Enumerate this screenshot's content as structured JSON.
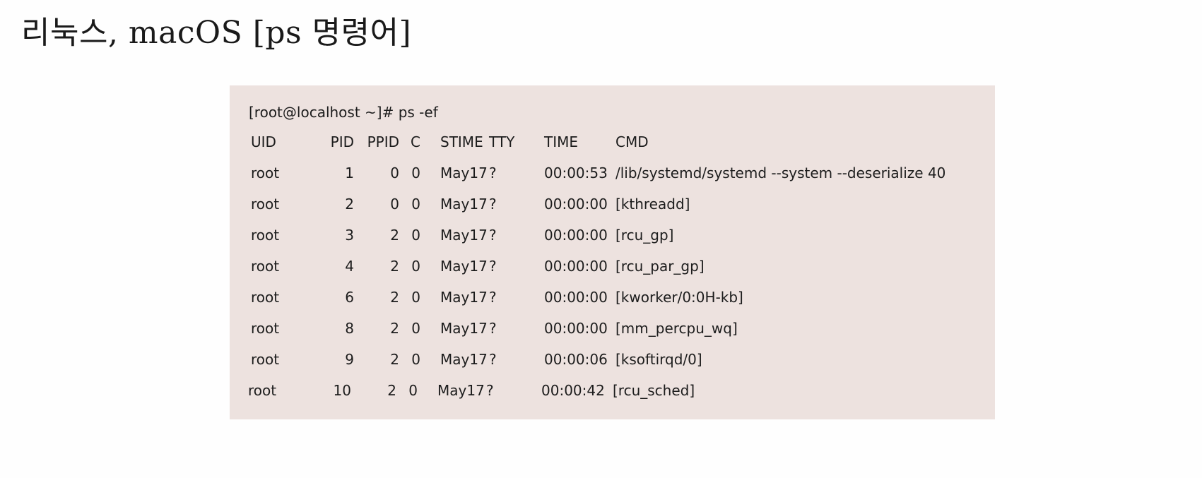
{
  "slide": {
    "title": "리눅스, macOS [ps 명령어]"
  },
  "terminal": {
    "command": "[root@localhost ~]# ps -ef",
    "columns": [
      "UID",
      "PID",
      "PPID",
      "C",
      "STIME",
      "TTY",
      "TIME",
      "CMD"
    ],
    "rows": [
      {
        "uid": "root",
        "pid": "1",
        "ppid": "0",
        "c": "0",
        "stime": "May17",
        "tty": "?",
        "time": "00:00:53",
        "cmd": "/lib/systemd/systemd --system --deserialize 40"
      },
      {
        "uid": "root",
        "pid": "2",
        "ppid": "0",
        "c": "0",
        "stime": "May17",
        "tty": "?",
        "time": "00:00:00",
        "cmd": "[kthreadd]"
      },
      {
        "uid": "root",
        "pid": "3",
        "ppid": "2",
        "c": "0",
        "stime": "May17",
        "tty": "?",
        "time": "00:00:00",
        "cmd": "[rcu_gp]"
      },
      {
        "uid": "root",
        "pid": "4",
        "ppid": "2",
        "c": "0",
        "stime": "May17",
        "tty": "?",
        "time": "00:00:00",
        "cmd": "[rcu_par_gp]"
      },
      {
        "uid": "root",
        "pid": "6",
        "ppid": "2",
        "c": "0",
        "stime": "May17",
        "tty": "?",
        "time": "00:00:00",
        "cmd": "[kworker/0:0H-kb]"
      },
      {
        "uid": "root",
        "pid": "8",
        "ppid": "2",
        "c": "0",
        "stime": "May17",
        "tty": "?",
        "time": "00:00:00",
        "cmd": "[mm_percpu_wq]"
      },
      {
        "uid": "root",
        "pid": "9",
        "ppid": "2",
        "c": "0",
        "stime": "May17",
        "tty": "?",
        "time": "00:00:06",
        "cmd": "[ksoftirqd/0]"
      },
      {
        "uid": "root",
        "pid": "10",
        "ppid": "2",
        "c": "0",
        "stime": "May17",
        "tty": "?",
        "time": "00:00:42",
        "cmd": "[rcu_sched]"
      }
    ]
  },
  "colors": {
    "page_background": "#fefefe",
    "terminal_background": "#ede2df",
    "text": "#1c1c1c"
  }
}
